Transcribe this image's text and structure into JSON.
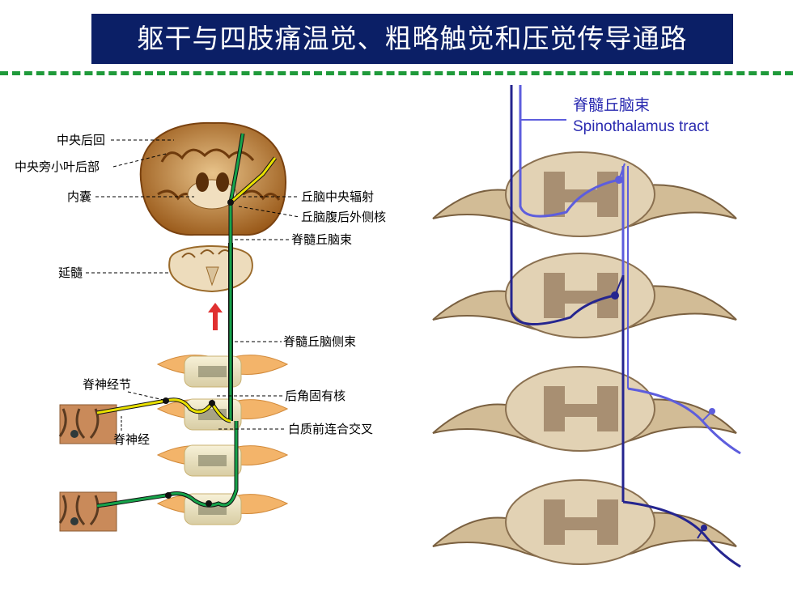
{
  "title": "躯干与四肢痛温觉、粗略触觉和压觉传导通路",
  "colors": {
    "title_bg": "#0b1f66",
    "divider": "#1f9a3a",
    "pathway_green": "#16a34a",
    "pathway_yellow": "#e8e000",
    "tract_blue": "#2a2ab0"
  },
  "left_labels": {
    "postcentral_gyrus": "中央后回",
    "paracentral_lobule": "中央旁小叶后部",
    "internal_capsule": "内囊",
    "medulla": "延髓",
    "spinal_ganglion": "脊神经节",
    "spinal_nerve": "脊神经",
    "thalamic_radiation": "丘脑中央辐射",
    "vpl_nucleus": "丘脑腹后外侧核",
    "spinothalamic_tract": "脊髓丘脑束",
    "lateral_spinothalamic": "脊髓丘脑侧束",
    "nucleus_proprius": "后角固有核",
    "anterior_commissure": "白质前连合交叉"
  },
  "right_label": {
    "cn": "脊髓丘脑束",
    "en": "Spinothalamus tract"
  }
}
